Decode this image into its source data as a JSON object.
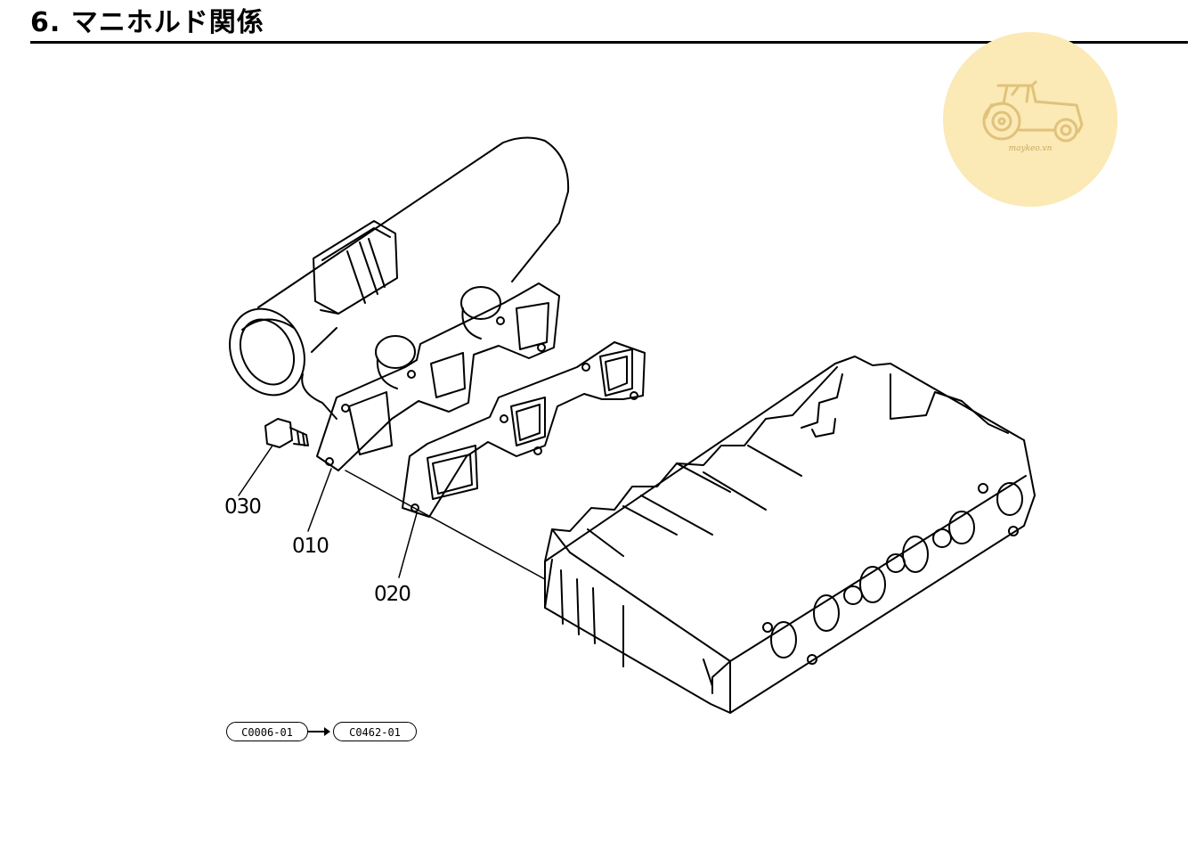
{
  "header": {
    "title": "6. マニホルド関係"
  },
  "watermark": {
    "text": "maykeo.vn",
    "color": "#fbe9b6",
    "icon": "tractor-icon"
  },
  "parts": [
    {
      "label": "030",
      "part": "bolt"
    },
    {
      "label": "010",
      "part": "manifold"
    },
    {
      "label": "020",
      "part": "gasket"
    }
  ],
  "references": {
    "from": "C0006-01",
    "to": "C0462-01"
  }
}
